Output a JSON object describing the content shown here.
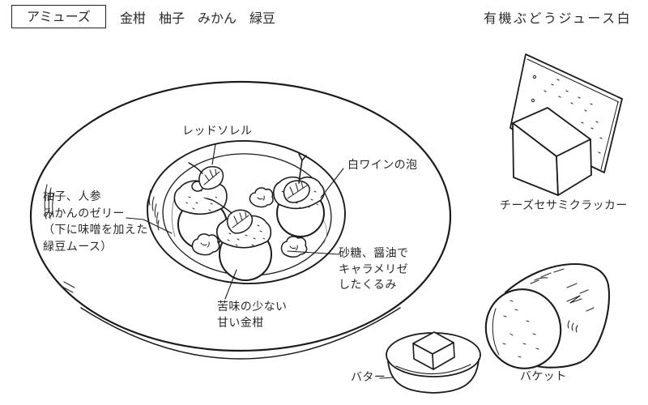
{
  "header": {
    "course": "アミューズ",
    "ingredients": "金柑　柚子　みかん　緑豆",
    "beverage": "有機ぶどうジュース白"
  },
  "annotations": {
    "red_sorrel": "レッドソレル",
    "white_wine_foam": "白ワインの泡",
    "jelly_note": [
      "柚子、人参",
      "みかんのゼリー",
      "（下に味噌を加えた",
      "緑豆ムース）"
    ],
    "walnut_note": [
      "砂糖、醤油で",
      "キャラメリゼ",
      "したくるみ"
    ],
    "kumquat_note": [
      "苦味の少ない",
      "甘い金柑"
    ]
  },
  "side_items": {
    "cracker": "チーズセサミクラッカー",
    "butter": "バター",
    "baguette": "バケット"
  },
  "colors": {
    "ink": "#1b1b1b",
    "background": "#ffffff"
  }
}
